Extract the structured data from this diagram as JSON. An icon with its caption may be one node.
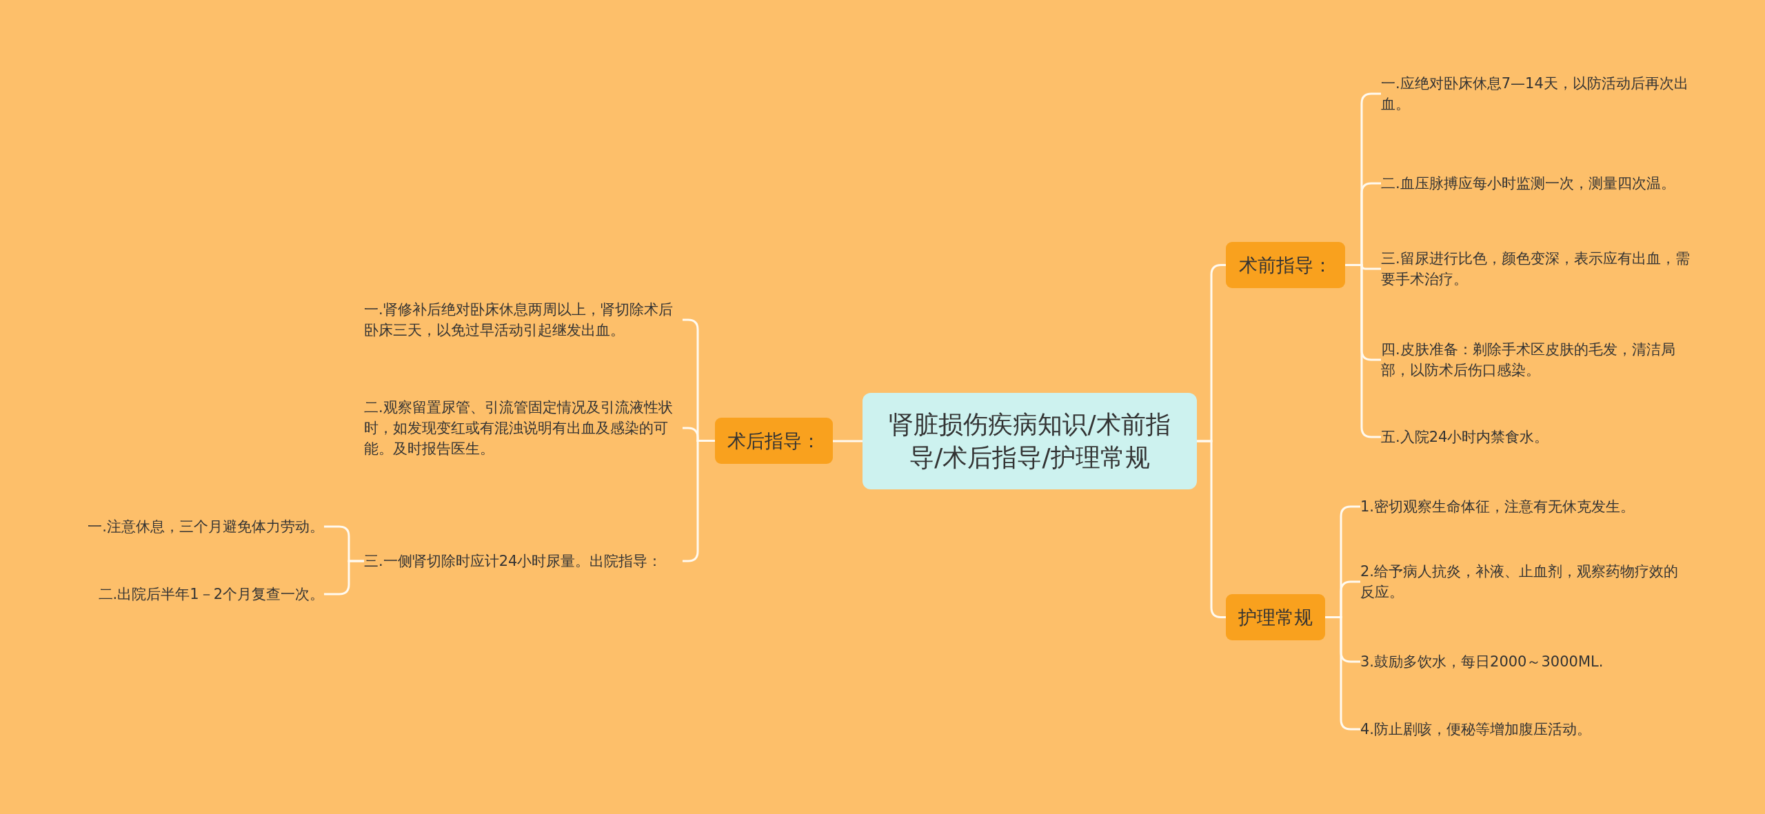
{
  "diagram": {
    "nodes": [
      {
        "text": [
          "肾脏损伤疾病知识/术前指导/术后指导/护理常规"
        ]
      },
      {
        "text": [
          "术后指导："
        ]
      },
      {
        "text": [
          "一.肾修补后绝对卧床休息两周以上，肾切除术后卧床三天，以免过早活动引起继发出血。"
        ]
      },
      {
        "text": [
          "二.观察留置尿管、引流管固定情况及引流液性状时，如发现变红或有混浊说明有出血及感染的可能。及时报告医生。"
        ]
      },
      {
        "text": [
          "三.一侧肾切除时应计24小时尿量。出院指导："
        ]
      },
      {
        "text": [
          "一.注意休息，三个月避免体力劳动。"
        ]
      },
      {
        "text": [
          "二.出院后半年1－2个月复查一次。"
        ]
      },
      {
        "text": [
          "术前指导："
        ]
      },
      {
        "text": [
          "一.应绝对卧床休息7—14天，以防活动后再次出血。"
        ]
      },
      {
        "text": [
          "二.血压脉搏应每小时监测一次，测量四次温。"
        ]
      },
      {
        "text": [
          "三.留尿进行比色，颜色变深，表示应有出血，需要手术治疗。"
        ]
      },
      {
        "text": [
          "四.皮肤准备：剃除手术区皮肤的毛发，清洁局部，以防术后伤口感染。"
        ]
      },
      {
        "text": [
          "五.入院24小时内禁食水。"
        ]
      },
      {
        "text": [
          "护理常规"
        ]
      },
      {
        "text": [
          "1.密切观察生命体征，注意有无休克发生。"
        ]
      },
      {
        "text": [
          "2.给予病人抗炎，补液、止血剂，观察药物疗效的反应。"
        ]
      },
      {
        "text": [
          "3.鼓励多饮水，每日2000～3000ML."
        ]
      },
      {
        "text": [
          "4.防止剧咳，便秘等增加腹压活动。"
        ]
      }
    ],
    "edges": [
      {
        "from": 0,
        "to": 1,
        "arrow": "none"
      },
      {
        "from": 1,
        "to": 2,
        "arrow": "none"
      },
      {
        "from": 1,
        "to": 3,
        "arrow": "none"
      },
      {
        "from": 1,
        "to": 4,
        "arrow": "none"
      },
      {
        "from": 4,
        "to": 5,
        "arrow": "none"
      },
      {
        "from": 4,
        "to": 6,
        "arrow": "none"
      },
      {
        "from": 0,
        "to": 7,
        "arrow": "none"
      },
      {
        "from": 7,
        "to": 8,
        "arrow": "none"
      },
      {
        "from": 7,
        "to": 9,
        "arrow": "none"
      },
      {
        "from": 7,
        "to": 10,
        "arrow": "none"
      },
      {
        "from": 7,
        "to": 11,
        "arrow": "none"
      },
      {
        "from": 7,
        "to": 12,
        "arrow": "none"
      },
      {
        "from": 0,
        "to": 13,
        "arrow": "none"
      },
      {
        "from": 13,
        "to": 14,
        "arrow": "none"
      },
      {
        "from": 13,
        "to": 15,
        "arrow": "none"
      },
      {
        "from": 13,
        "to": 16,
        "arrow": "none"
      },
      {
        "from": 13,
        "to": 17,
        "arrow": "none"
      }
    ]
  }
}
